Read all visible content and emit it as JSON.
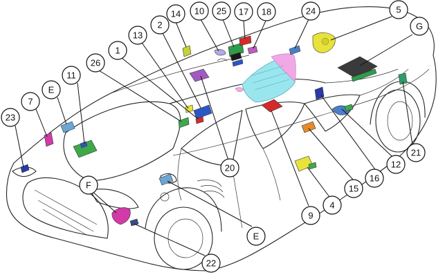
{
  "callouts": [
    {
      "id": "c14",
      "label": "14"
    },
    {
      "id": "c10",
      "label": "10"
    },
    {
      "id": "c25",
      "label": "25"
    },
    {
      "id": "c17",
      "label": "17"
    },
    {
      "id": "c18",
      "label": "18"
    },
    {
      "id": "c24",
      "label": "24"
    },
    {
      "id": "c5",
      "label": "5"
    },
    {
      "id": "cG",
      "label": "G"
    },
    {
      "id": "c2",
      "label": "2"
    },
    {
      "id": "c13",
      "label": "13"
    },
    {
      "id": "c1",
      "label": "1"
    },
    {
      "id": "c26",
      "label": "26"
    },
    {
      "id": "c11",
      "label": "11"
    },
    {
      "id": "cE1",
      "label": "E"
    },
    {
      "id": "c7",
      "label": "7"
    },
    {
      "id": "c23",
      "label": "23"
    },
    {
      "id": "c20",
      "label": "20"
    },
    {
      "id": "c9",
      "label": "9"
    },
    {
      "id": "c4",
      "label": "4"
    },
    {
      "id": "c15",
      "label": "15"
    },
    {
      "id": "c16",
      "label": "16"
    },
    {
      "id": "c12",
      "label": "12"
    },
    {
      "id": "c21",
      "label": "21"
    },
    {
      "id": "cF",
      "label": "F"
    },
    {
      "id": "cE2",
      "label": "E"
    },
    {
      "id": "c22",
      "label": "22"
    }
  ],
  "colors": {
    "yellow": "#e8e23a",
    "magenta": "#d23aa8",
    "green": "#3fa84a",
    "light_blue": "#6aa7d6",
    "blue": "#2a56c6",
    "red": "#d42a2a",
    "orange": "#e88a2a",
    "purple": "#a25ac2",
    "dark_grey": "#4a4a4a",
    "engine_cyan": "#9ae6ee",
    "engine_pink": "#f1a8e6",
    "teal_green": "#2f9c6a"
  }
}
